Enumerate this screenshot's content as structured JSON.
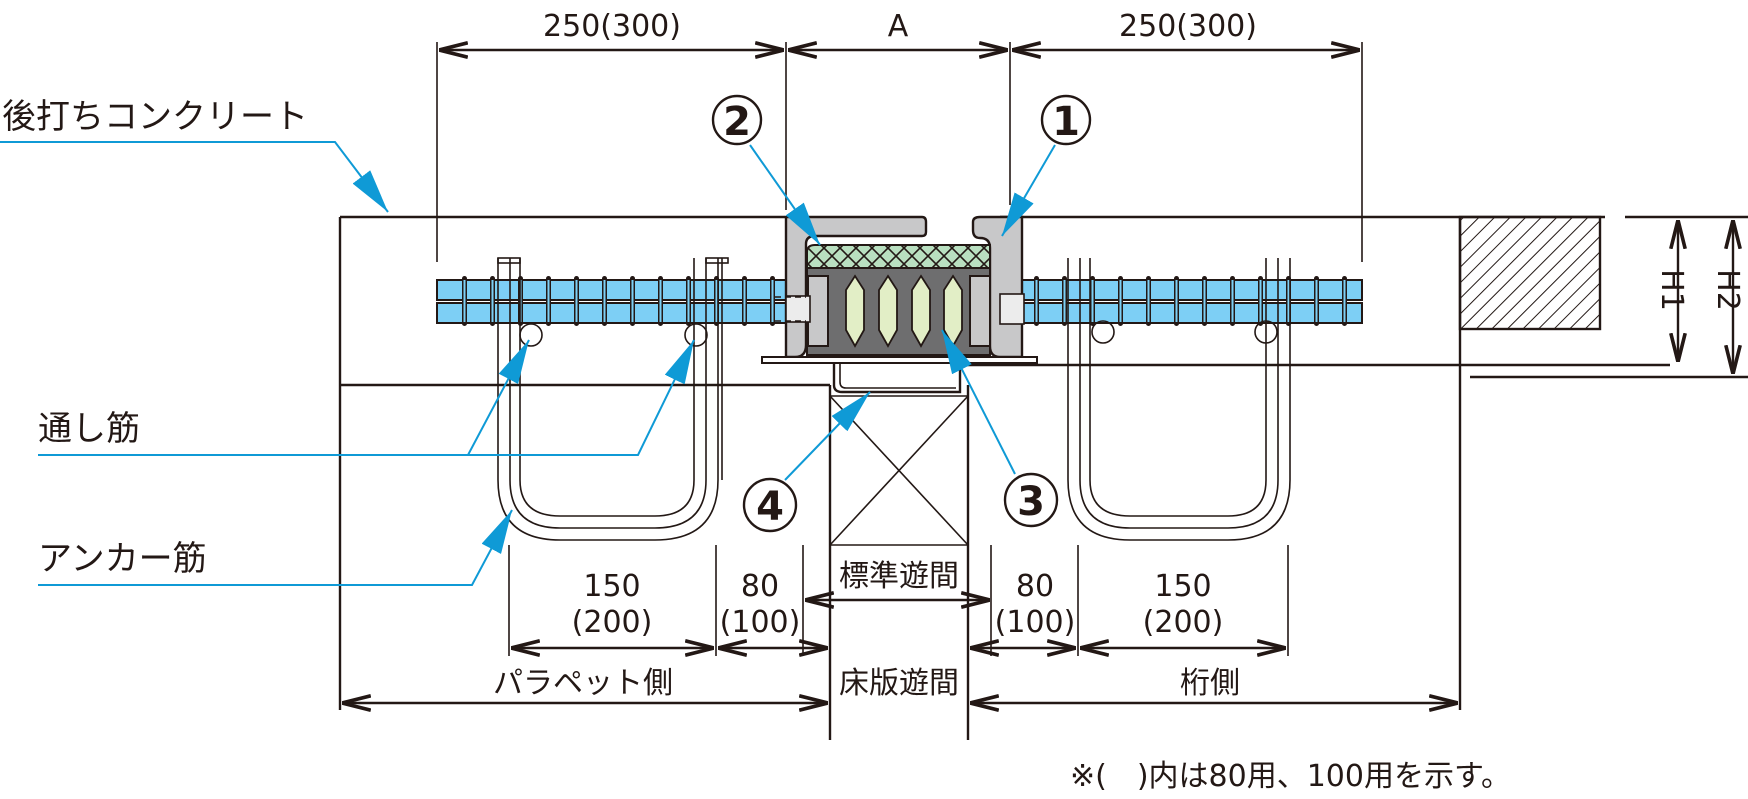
{
  "title": "伸縮装置 断面図",
  "labels": {
    "post_concrete": "後打ちコンクリート",
    "through_bar": "通し筋",
    "anchor_bar": "アンカー筋",
    "parapet_side": "パラペット側",
    "girder_side": "桁側",
    "standard_gap": "標準遊間",
    "slab_gap": "床版遊間"
  },
  "dimensions": {
    "top_left": "250(300)",
    "top_center": "A",
    "top_right": "250(300)",
    "left_anchor_main": "150",
    "left_anchor_alt": "(200)",
    "left_offset_main": "80",
    "left_offset_alt": "(100)",
    "right_offset_main": "80",
    "right_offset_alt": "(100)",
    "right_anchor_main": "150",
    "right_anchor_alt": "(200)",
    "height1": "H1",
    "height2": "H2"
  },
  "callouts": [
    {
      "number": "1",
      "glyph": "①"
    },
    {
      "number": "2",
      "glyph": "②"
    },
    {
      "number": "3",
      "glyph": "③"
    },
    {
      "number": "4",
      "glyph": "④"
    }
  ],
  "note": "※(　)内は80用、100用を示す。",
  "colors": {
    "line": "#231815",
    "leader": "#0f9ad6",
    "rebar": "#7dcff5",
    "steel": "#c8c8c9",
    "rubber": "#6e6e6f",
    "seal_fill": "#b9dfc0",
    "cell_fill": "#e2eec6"
  }
}
